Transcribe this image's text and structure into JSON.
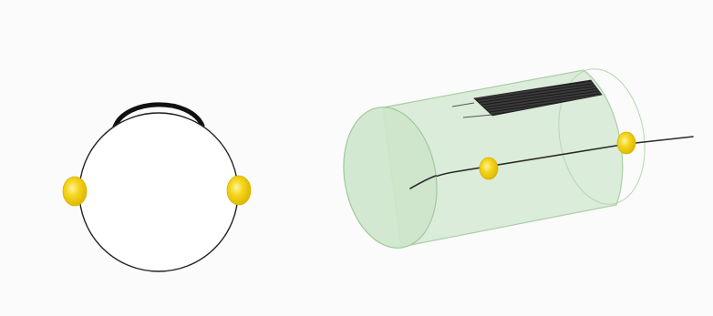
{
  "diagram": {
    "colors": {
      "background": "#fbfbfb",
      "outline": "#222222",
      "cylinder_fill": "#d5e9d3",
      "cylinder_stroke": "#a9cfa5",
      "electrode_fill": "#f3d21a",
      "electrode_highlight": "#fff3a0",
      "mesh": "#2d2d2d",
      "headband": "#111111"
    },
    "left_view": {
      "shape": "cross-section",
      "electrodes": 2,
      "band": "headband"
    },
    "right_view": {
      "shape": "cylinder",
      "electrodes": 2,
      "patch": "mesh-strip",
      "wire": "through-line"
    }
  }
}
